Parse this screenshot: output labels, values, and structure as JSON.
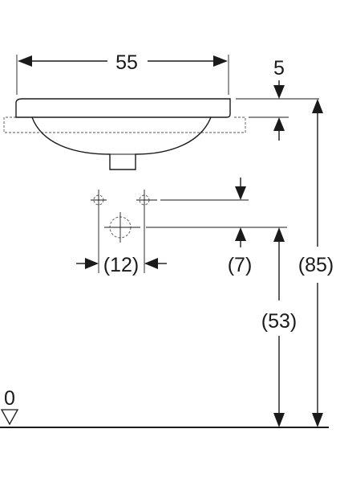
{
  "diagram": {
    "labels": {
      "width": "55",
      "rim_thickness": "5",
      "total_height": "(85)",
      "tap_spacing": "(12)",
      "offset": "(7)",
      "drain_height": "(53)",
      "floor": "0"
    },
    "colors": {
      "ink": "#1a1a1a",
      "dash": "#555555",
      "background": "#ffffff"
    }
  }
}
